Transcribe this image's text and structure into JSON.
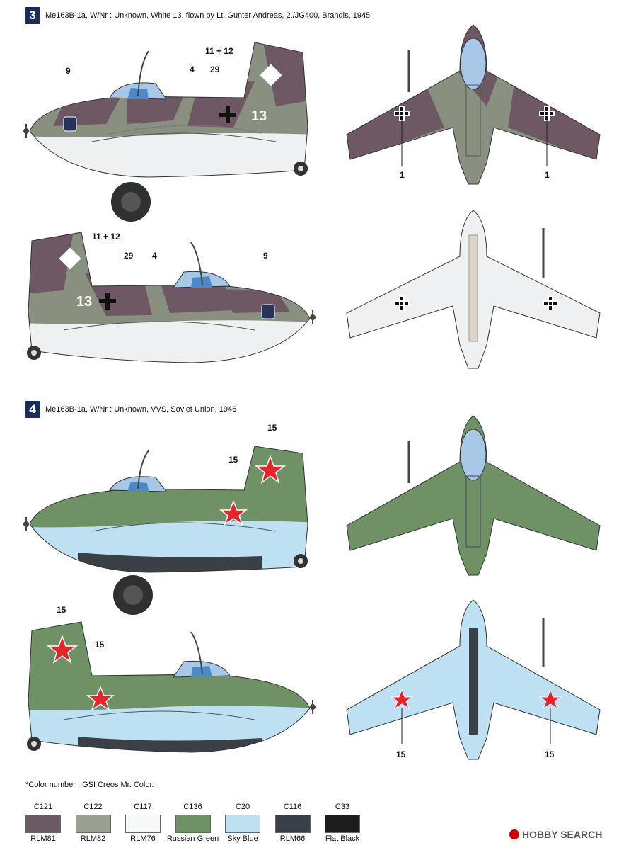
{
  "schemes": [
    {
      "number": "3",
      "title": "Me163B-1a, W/Nr : Unknown, White 13, flown by Lt. Gunter Andreas, 2./JG400, Brandis, 1945",
      "callouts": {
        "side1": [
          "11 + 12",
          "4",
          "29",
          "9"
        ],
        "side2": [
          "11 + 12",
          "29",
          "4",
          "9"
        ],
        "top": [
          "1",
          "1"
        ]
      },
      "markings": {
        "fuselage_code": "13"
      },
      "colors": {
        "upper_a": "#6d5864",
        "upper_b": "#8a9080",
        "lower": "#eef0f2",
        "cockpit": "#4d88c8"
      }
    },
    {
      "number": "4",
      "title": "Me163B-1a, W/Nr : Unknown, VVS, Soviet Union, 1946",
      "callouts": {
        "side1": [
          "15",
          "15"
        ],
        "side2": [
          "15",
          "15"
        ],
        "bottom": [
          "15",
          "15"
        ]
      },
      "colors": {
        "upper": "#6e9266",
        "lower": "#bde0f2",
        "belly": "#3b3f46",
        "star": "#e5242b"
      }
    }
  ],
  "color_note": "*Color number : GSI Creos Mr. Color.",
  "palette": [
    {
      "code": "C121",
      "name": "RLM81",
      "hex": "#6c5a64"
    },
    {
      "code": "C122",
      "name": "RLM82",
      "hex": "#9aa08f"
    },
    {
      "code": "C117",
      "name": "RLM76",
      "hex": "#f7f8f8"
    },
    {
      "code": "C136",
      "name": "Russian Green",
      "hex": "#6e9266"
    },
    {
      "code": "C20",
      "name": "Sky Blue",
      "hex": "#bde0f2"
    },
    {
      "code": "C116",
      "name": "RLM66",
      "hex": "#3b3f46"
    },
    {
      "code": "C33",
      "name": "Flat Black",
      "hex": "#1c1c1c"
    }
  ],
  "watermark": "HOBBY SEARCH"
}
